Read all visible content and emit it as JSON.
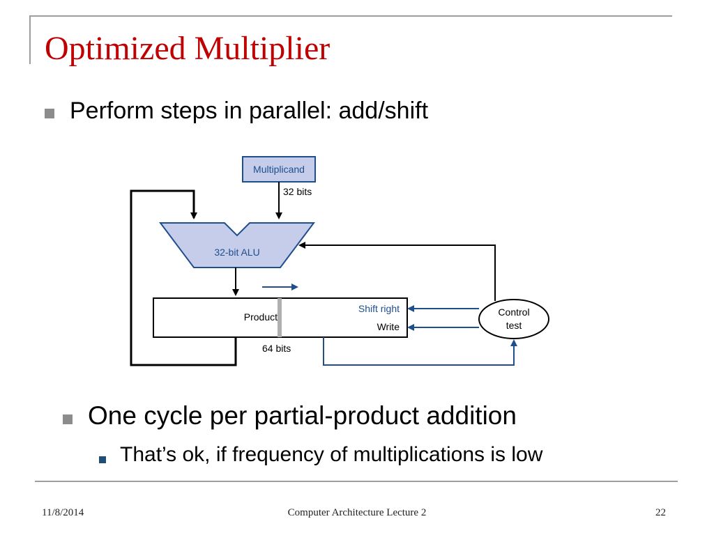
{
  "slide": {
    "title": "Optimized Multiplier",
    "bullets": [
      "Perform steps in parallel: add/shift",
      "One cycle per partial-product addition",
      "That’s ok, if frequency of multiplications is low"
    ]
  },
  "diagram": {
    "multiplicand": "Multiplicand",
    "multiplicand_width": "32 bits",
    "alu": "32-bit ALU",
    "product": "Product",
    "product_width": "64 bits",
    "shift_right": "Shift right",
    "write": "Write",
    "control_line1": "Control",
    "control_line2": "test",
    "colors": {
      "block_fill": "#c5cdea",
      "signal": "#1f4e8c",
      "title": "#c00000"
    }
  },
  "footer": {
    "date": "11/8/2014",
    "center": "Computer Architecture Lecture 2",
    "page": "22"
  }
}
